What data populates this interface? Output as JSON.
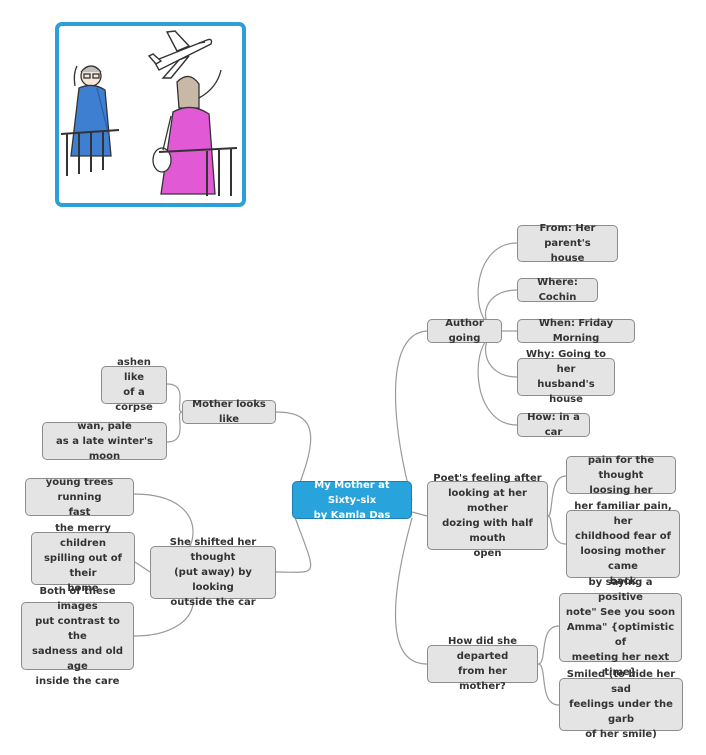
{
  "illustration": {
    "alt_icons": [
      "grandmother-waving",
      "daughter-waving",
      "airplane",
      "balcony-railing"
    ]
  },
  "mindmap": {
    "center": "My Mother at Sixty-six\nby Kamla Das",
    "author_going": {
      "label": "Author going",
      "children": [
        "From: Her parent's\nhouse",
        "Where: Cochin",
        "When: Friday Morning",
        "Why: Going to her\nhusband's house",
        "How: in a car"
      ]
    },
    "poets_feeling": {
      "label": "Poet's feeling after\nlooking at her mother\ndozing with half mouth\nopen",
      "children": [
        "pain for the thought\nloosing her",
        "her familiar pain, her\nchildhood fear of\nloosing mother came\nback"
      ]
    },
    "departed": {
      "label": "How did she departed\nfrom her mother?",
      "children": [
        "by saying a positive\nnote\" See you soon\nAmma\" {optimistic of\nmeeting her next time}",
        "Smiled (to hide her sad\nfeelings under the garb\nof her smile)"
      ]
    },
    "mother_looks": {
      "label": "Mother looks like",
      "children": [
        "ashen like\nof a corpse",
        "wan, pale\nas a late winter's moon"
      ]
    },
    "shifted": {
      "label": "She shifted her thought\n(put away) by looking\noutside the car",
      "children": [
        "young trees running\nfast",
        "the merry children\nspilling out of their\nhome",
        "Both of these images\nput contrast to the\nsadness and old age\ninside the care"
      ]
    }
  },
  "colors": {
    "center_fill": "#29a3dc",
    "node_fill": "#e4e4e4",
    "frame_border": "#2a9fd8"
  }
}
